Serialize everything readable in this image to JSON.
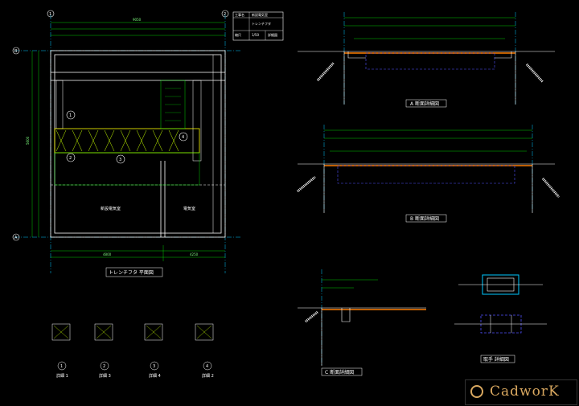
{
  "plan": {
    "caption": "トレンチフタ 平面図",
    "grid_left_top": "B",
    "grid_left_bottom": "A",
    "grid_top_left": "1",
    "grid_top_right": "2",
    "room_left": "新設電気室",
    "room_right": "電気室",
    "markers": [
      "1",
      "2",
      "3",
      "4"
    ],
    "dim_top": "9050",
    "dim_bottom_left": "4800",
    "dim_bottom_right": "4250",
    "dim_left": "5600"
  },
  "title_block": {
    "row1_left": "工事名",
    "row1_right": "新設電気室",
    "row2_left": "トレンチフタ",
    "row3_left": "縮尺",
    "row3_mid": "1/50",
    "row3_right": "詳細図"
  },
  "sections": {
    "a_caption": "A 断面詳細図",
    "b_caption": "B 断面詳細図",
    "c_caption": "C 断面詳細図",
    "d_caption": "取手 詳細図"
  },
  "details": [
    {
      "num": "1",
      "label": "詳細 1"
    },
    {
      "num": "2",
      "label": "詳細 3"
    },
    {
      "num": "3",
      "label": "詳細 4"
    },
    {
      "num": "4",
      "label": "詳細 2"
    }
  ],
  "logo": {
    "text": "CadworK",
    "mark": "cadwork-logo-mark"
  },
  "colors": {
    "line": "#ffffff",
    "dim": "#00ff00",
    "grid": "#00ffff",
    "accent": "#ffff00",
    "section": "#ff7f00",
    "hidden": "#5050ff"
  }
}
